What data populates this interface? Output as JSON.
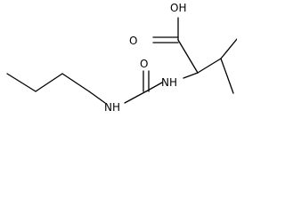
{
  "atom_labels": {
    "hydroxyl": "OH",
    "acid_carbonyl_oxygen": "O",
    "urea_carbonyl_oxygen": "O",
    "alpha_nh": "NH",
    "butyl_nh": "NH"
  }
}
